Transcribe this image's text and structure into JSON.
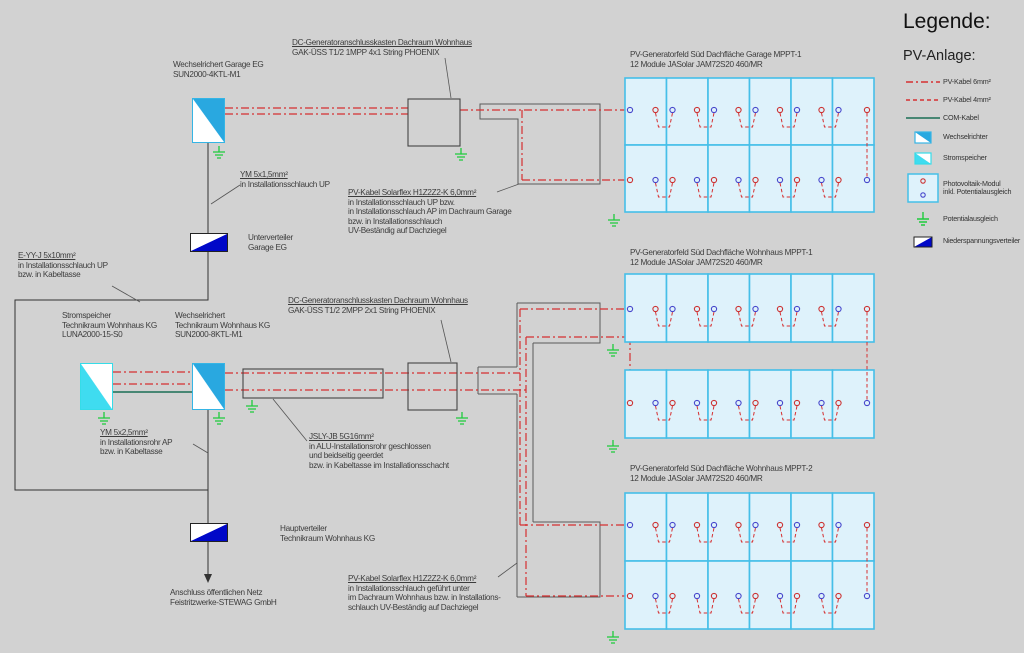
{
  "legend": {
    "title": "Legende:",
    "subtitle": "PV-Anlage:",
    "items": [
      {
        "name": "pv-cable-6mm",
        "label": "PV-Kabel 6mm²"
      },
      {
        "name": "pv-cable-4mm",
        "label": "PV-Kabel 4mm²"
      },
      {
        "name": "com-cable",
        "label": "COM-Kabel"
      },
      {
        "name": "inverter",
        "label": "Wechselrichter"
      },
      {
        "name": "battery-storage",
        "label": "Stromspeicher"
      },
      {
        "name": "pv-module",
        "lines": [
          "Photovoltaik-Modul",
          "inkl. Potentialausgleich"
        ]
      },
      {
        "name": "equipotential-bonding",
        "label": "Potentialausgleich"
      },
      {
        "name": "lv-distributor",
        "label": "Niederspannungsverteiler"
      }
    ]
  },
  "labels": {
    "inverter_garage": {
      "lines": [
        "Wechselrichert Garage EG",
        "SUN2000-4KTL-M1"
      ]
    },
    "gak1": {
      "lines": [
        "DC-Generatoranschlusskasten Dachraum Wohnhaus",
        "GAK-ÜSS T1/2 1MPP 4x1 String PHOENIX"
      ]
    },
    "array1": {
      "lines": [
        "PV-Generatorfeld Süd Dachfläche Garage MPPT-1",
        "12 Module JASolar JAM72S20 460/MR"
      ]
    },
    "ym15": {
      "lines": [
        "YM 5x1,5mm²",
        "in Installationsschlauch UP"
      ]
    },
    "pv_cable_top": {
      "lines": [
        "PV-Kabel Solarflex H1Z2Z2-K 6,0mm²",
        "in Installationsschlauch UP bzw.",
        "in Installationsschlauch AP im Dachraum Garage",
        "bzw. in Installationsschlauch",
        "UV-Beständig auf Dachziegel"
      ]
    },
    "uv_garage": {
      "lines": [
        "Unterverteiler",
        "Garage EG"
      ]
    },
    "eyyj": {
      "lines": [
        "E-YY-J 5x10mm²",
        "in Installationsschlauch UP",
        "bzw. in Kabeltasse"
      ]
    },
    "storage": {
      "lines": [
        "Stromspeicher",
        "Technikraum Wohnhaus KG",
        "LUNA2000-15-S0"
      ]
    },
    "inverter_technik": {
      "lines": [
        "Wechselrichert",
        "Technikraum Wohnhaus KG",
        "SUN2000-8KTL-M1"
      ]
    },
    "gak2": {
      "lines": [
        "DC-Generatoranschlusskasten Dachraum Wohnhaus",
        "GAK-ÜSS T1/2 2MPP 2x1 String PHOENIX"
      ]
    },
    "array2": {
      "lines": [
        "PV-Generatorfeld Süd Dachfläche Wohnhaus MPPT-1",
        "12 Module JASolar JAM72S20 460/MR"
      ]
    },
    "ym25": {
      "lines": [
        "YM 5x2,5mm²",
        "in Installationsrohr AP",
        "bzw. in Kabeltasse"
      ]
    },
    "jsly": {
      "lines": [
        "JSLY-JB 5G16mm²",
        "in ALU-Installationsrohr geschlossen",
        "und beidseitig geerdet",
        "bzw. in Kabeltasse im Installationsschacht"
      ]
    },
    "array3": {
      "lines": [
        "PV-Generatorfeld Süd Dachfläche Wohnhaus MPPT-2",
        "12 Module JASolar JAM72S20 460/MR"
      ]
    },
    "hauptverteiler": {
      "lines": [
        "Hauptverteiler",
        "Technikraum Wohnhaus KG"
      ]
    },
    "pv_cable_bottom": {
      "lines": [
        "PV-Kabel Solarflex H1Z2Z2-K 6,0mm²",
        "in Installationsschlauch geführt unter",
        "im Dachraum Wohnhaus bzw. in Installations-",
        "schlauch UV-Beständig auf Dachziegel"
      ]
    },
    "netz": {
      "lines": [
        "Anschluss öffentlichen Netz",
        "Feistritzwerke-STEWAG GmbH"
      ]
    }
  },
  "pv_arrays": [
    {
      "name": "garage-mppt1",
      "module_count": 12,
      "rows": 2,
      "cols": 6
    },
    {
      "name": "wohnhaus-mppt1",
      "module_count": 12,
      "rows": 2,
      "cols": 6
    },
    {
      "name": "wohnhaus-mppt2",
      "module_count": 12,
      "rows": 2,
      "cols": 6
    }
  ],
  "colors": {
    "pv_cable": "#d63031",
    "com_cable": "#1b6e54",
    "inverter_blue": "#29a8e0",
    "storage_cyan": "#3fdcf0",
    "module_fill": "#def2fb",
    "module_border": "#45bfe8",
    "distributor_blue": "#0008c8",
    "ground_green": "#1ecb3c"
  }
}
